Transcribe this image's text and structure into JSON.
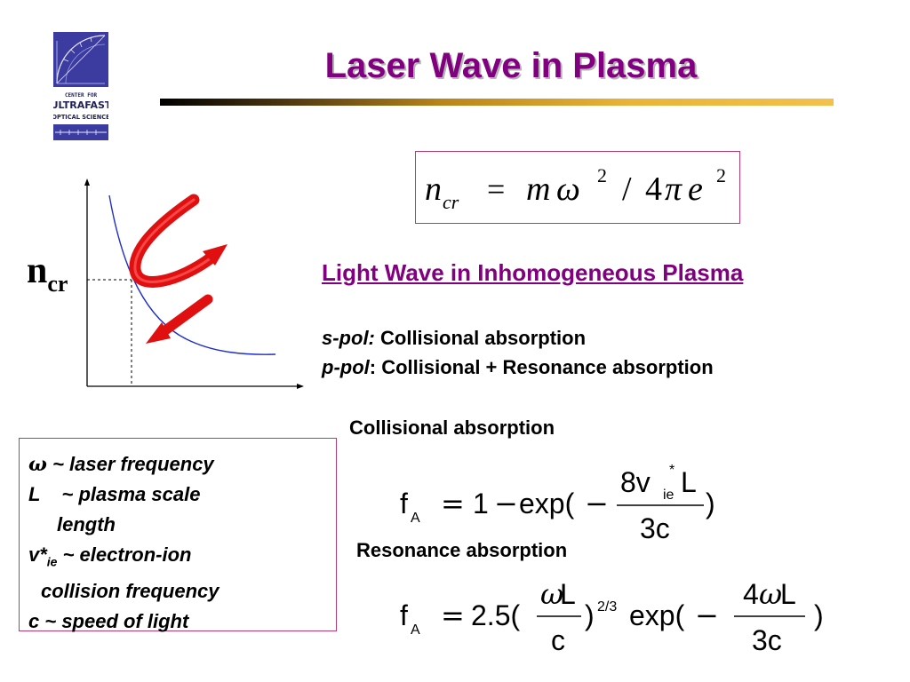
{
  "header": {
    "title": "Laser Wave in Plasma",
    "logo_text": [
      "CENTER FOR",
      "ULTRAFAST",
      "OPTICAL SCIENCE"
    ]
  },
  "plot": {
    "y_label": "n",
    "y_label_sub": "cr"
  },
  "critical_density_equation": "n_cr = mω^2 / 4πe^2",
  "light_wave": {
    "heading": "Light Wave in Inhomogeneous Plasma",
    "spol_term": "s-pol:",
    "spol_text": " Collisional absorption",
    "ppol_term": "p-pol",
    "ppol_text": ": Collisional + Resonance absorption"
  },
  "collisional": {
    "heading": "Collisional absorption",
    "formula": "fA = 1 − exp(− 8v*ie L / 3c)"
  },
  "resonance": {
    "heading": "Resonance absorption",
    "formula": "fA = 2.5(ωL/c)^(2/3) exp(− 4ωL / 3c)"
  },
  "legend": {
    "omega_symbol": "ω",
    "omega_text": " ~ laser frequency",
    "L_symbol": "L",
    "L_text": "    ~ plasma scale",
    "L_cont": "length",
    "v_symbol": "v*",
    "v_sub": "ie",
    "v_text": " ~ electron-ion",
    "v_cont": "collision frequency",
    "c_symbol": "c",
    "c_text": " ~ speed of light"
  },
  "colors": {
    "title": "#800080",
    "curve": "#1f2fc8",
    "arrow": "#e01010",
    "box_border": "#b53a73",
    "logo_bg": "#3c3ca0"
  },
  "icons": [
    "center-for-ultrafast-optical-science-logo",
    "curved-red-arrow",
    "incoming-red-arrow",
    "outgoing-red-arrow"
  ]
}
